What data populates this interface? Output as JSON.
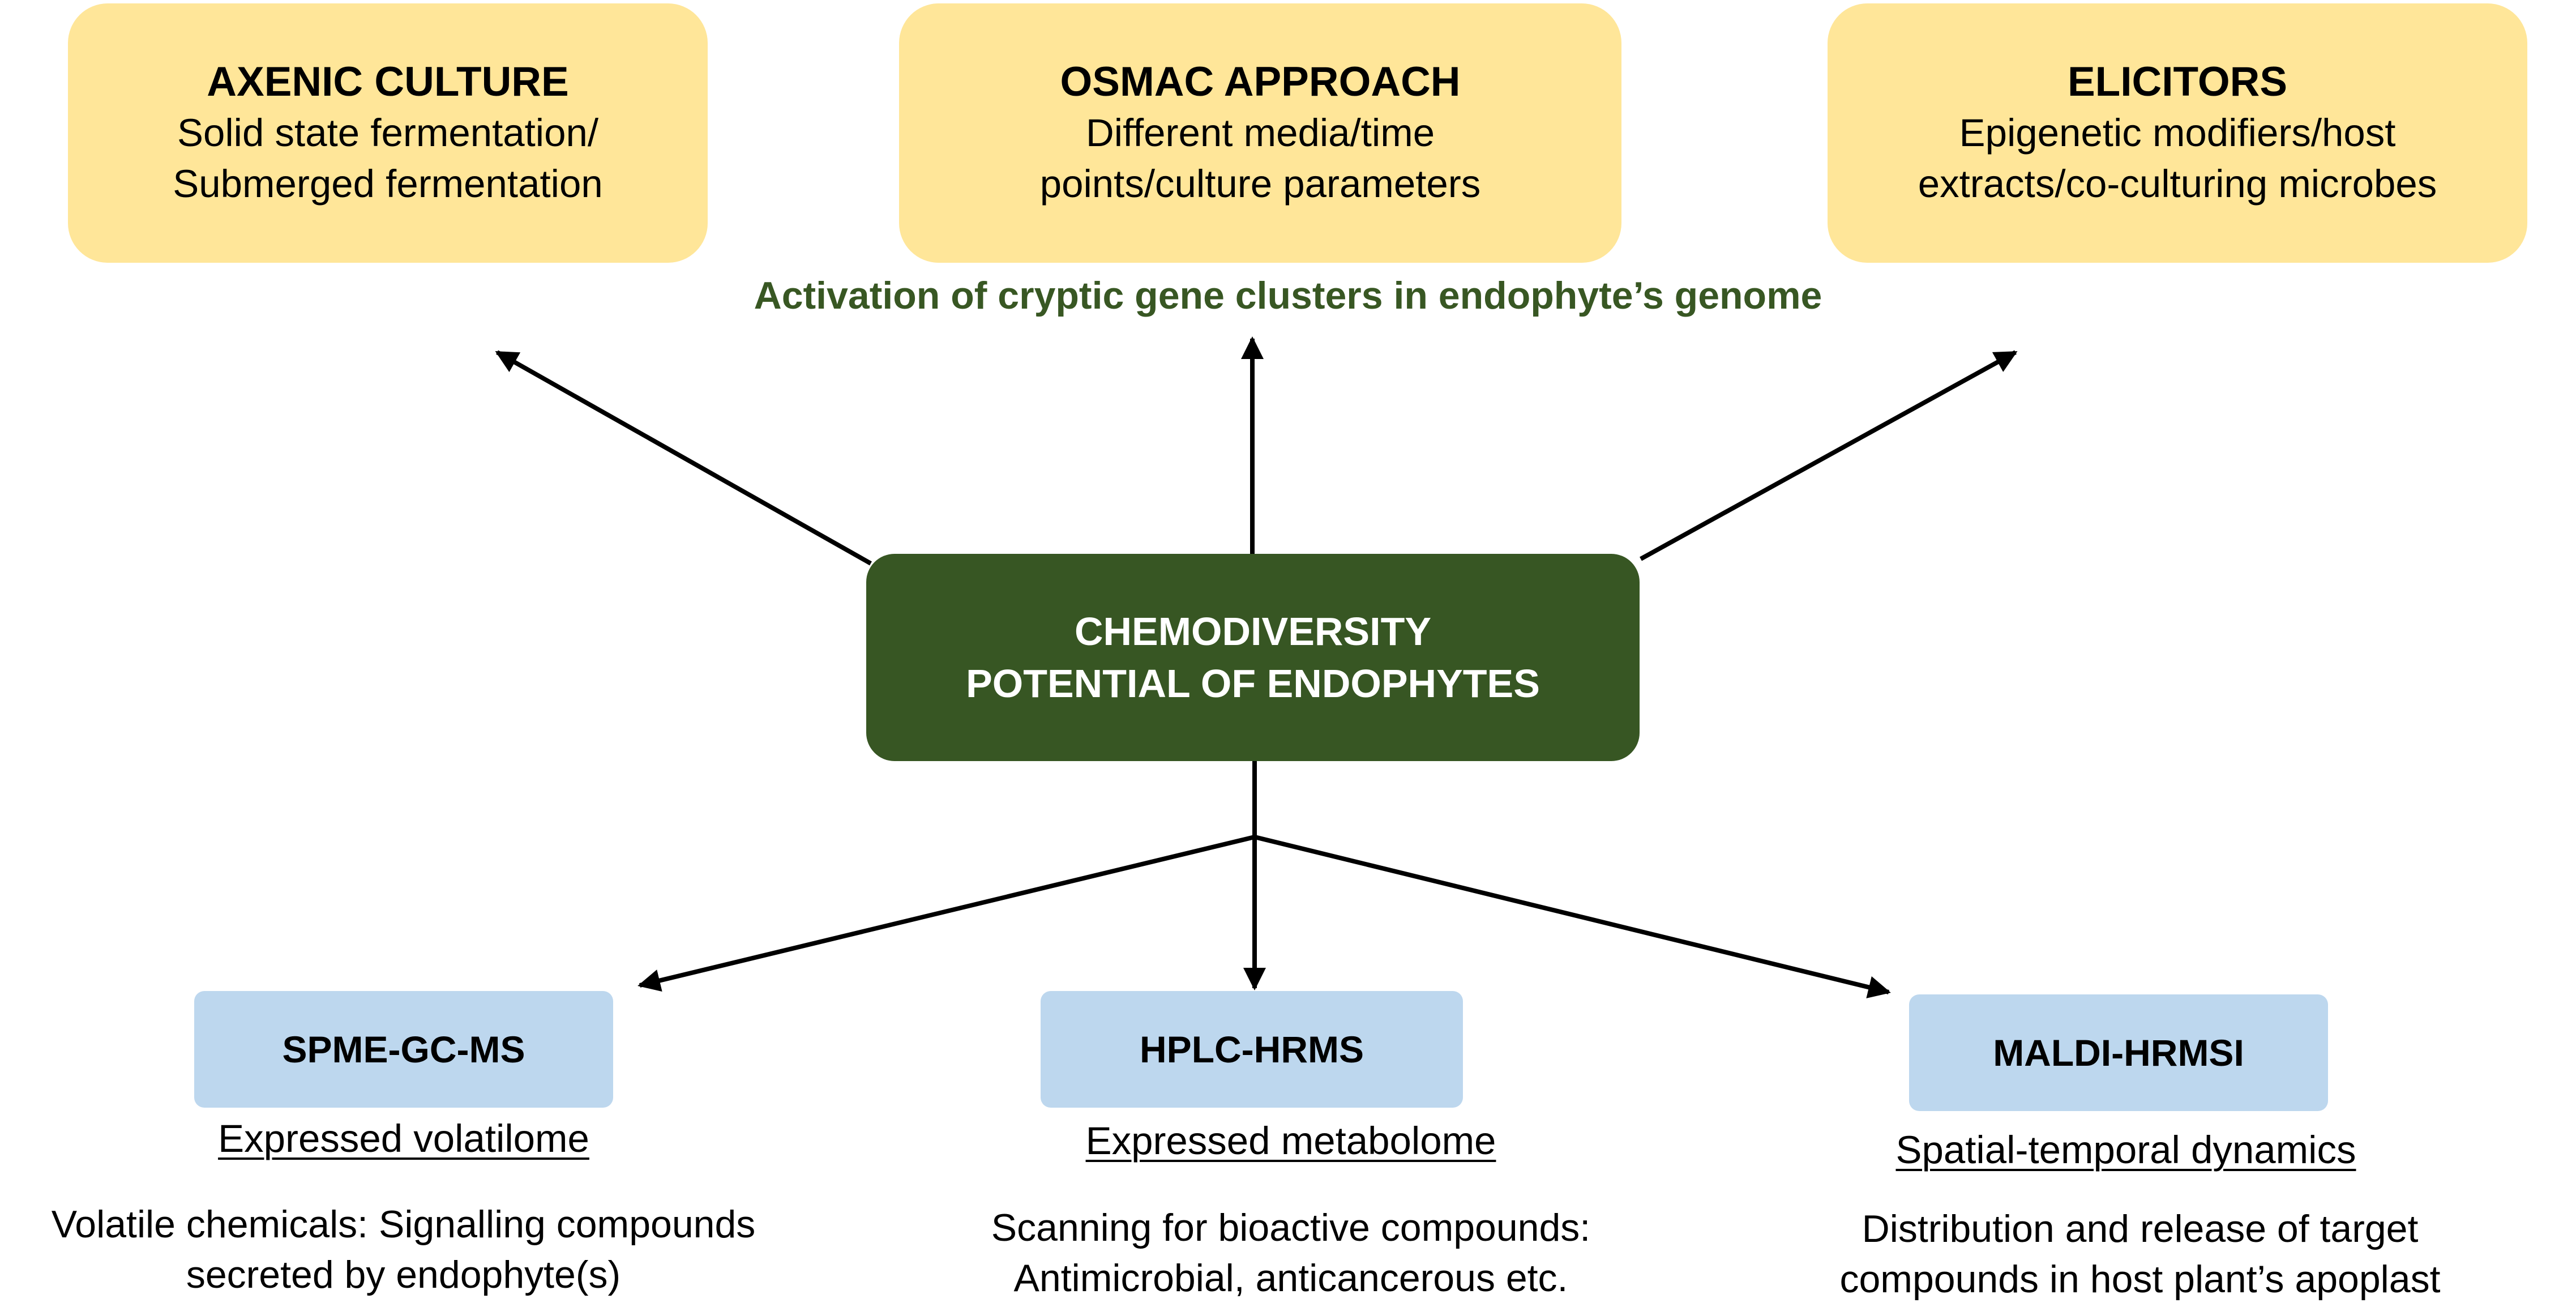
{
  "top_boxes": [
    {
      "title": "AXENIC CULTURE",
      "line1": "Solid state fermentation/",
      "line2": "Submerged fermentation"
    },
    {
      "title": "OSMAC APPROACH",
      "line1": "Different media/time",
      "line2": "points/culture parameters"
    },
    {
      "title": "ELICITORS",
      "line1": "Epigenetic modifiers/host",
      "line2": "extracts/co-culturing microbes"
    }
  ],
  "activation_label": "Activation of cryptic gene clusters in endophyte’s genome",
  "center": {
    "line1": "CHEMODIVERSITY",
    "line2": "POTENTIAL OF ENDOPHYTES"
  },
  "techniques": [
    {
      "name": "SPME-GC-MS",
      "label": "Expressed volatilome",
      "desc1": "Volatile chemicals: Signalling compounds",
      "desc2": "secreted by endophyte(s)"
    },
    {
      "name": "HPLC-HRMS",
      "label": "Expressed metabolome",
      "desc1": "Scanning for bioactive compounds:",
      "desc2": "Antimicrobial, anticancerous etc."
    },
    {
      "name": "MALDI-HRMSI",
      "label": "Spatial-temporal dynamics",
      "desc1": "Distribution and release of target",
      "desc2": "compounds in host plant’s apoplast"
    }
  ],
  "colors": {
    "top_box_fill": "#ffe699",
    "center_box_fill": "#375623",
    "activation_text": "#385723",
    "technique_box_fill": "#bdd7ee",
    "arrow": "#000000"
  }
}
